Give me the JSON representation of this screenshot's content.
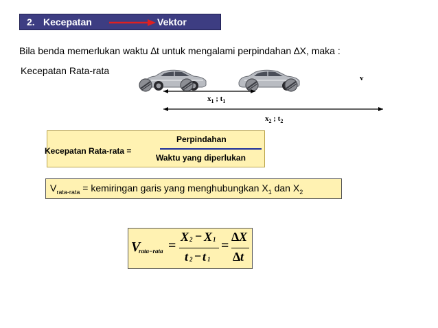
{
  "header": {
    "number": "2.",
    "left_label": "Kecepatan",
    "right_label": "Vektor",
    "bg_color": "#3d3d82",
    "arrow_color": "#e02020",
    "arrow_icon": "right-arrow-icon"
  },
  "intro": {
    "before": "Bila benda memerlukan waktu ",
    "delta_t": "∆t",
    "middle": " untuk mengalami perpindahan ",
    "delta_x": "∆X",
    "after": ", maka :"
  },
  "subtitle": "Kecepatan Rata-rata",
  "diagram": {
    "v_label": "v",
    "x1": "x",
    "x1_sub": "1",
    "sep1": " ; t",
    "t1_sub": "1",
    "x2": "x",
    "x2_sub": "2",
    "sep2": " ; t",
    "t2_sub": "2",
    "car_icon": "car-icon"
  },
  "definition": {
    "lhs": "Kecepatan Rata-rata   =",
    "numerator": "Perpindahan",
    "denominator": "Waktu yang diperlukan",
    "line_color": "#1a2c9a"
  },
  "statement": {
    "v": "V",
    "v_sub": "rata-rata",
    "text": " = kemiringan garis yang menghubungkan X",
    "x1_sub": "1",
    "and": " dan X",
    "x2_sub": "2"
  },
  "formula": {
    "v": "V",
    "v_sub": "rata−rata",
    "eq1": "=",
    "num_x2": "X",
    "num_x2_sub": "2",
    "minus1": "−",
    "num_x1": "X",
    "num_x1_sub": "1",
    "den_t2": "t",
    "den_t2_sub": "2",
    "minus2": "−",
    "den_t1": "t",
    "den_t1_sub": "1",
    "eq2": "=",
    "delta_x": "∆X",
    "delta_t": "∆t"
  },
  "box_fill": "#fff2b2"
}
